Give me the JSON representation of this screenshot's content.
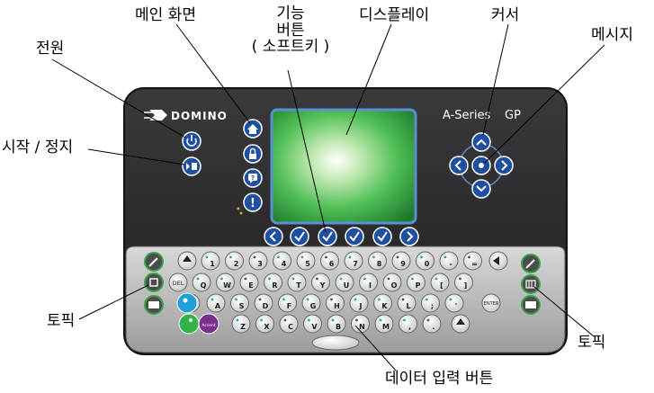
{
  "callouts": {
    "power": "전원",
    "main_screen": "메인 화면",
    "function_buttons_line1": "기능",
    "function_buttons_line2": "버튼",
    "function_buttons_line3": "( 소프트키 )",
    "display": "디스플레이",
    "cursor": "커서",
    "message": "메시지",
    "start_stop": "시작 / 정지",
    "topic_left": "토픽",
    "topic_right": "토픽",
    "data_entry_buttons": "데이터 입력 버튼"
  },
  "panel": {
    "brand": "DOMINO",
    "model": "A-Series",
    "model_suffix": "GP"
  },
  "keys": {
    "row1": [
      "1",
      "2",
      "3",
      "4",
      "5",
      "6",
      "7",
      "8",
      "9",
      "0",
      "-",
      "="
    ],
    "row2": [
      "Q",
      "W",
      "E",
      "R",
      "T",
      "Y",
      "U",
      "I",
      "O",
      "P",
      "[",
      "]"
    ],
    "row3": [
      "A",
      "S",
      "D",
      "F",
      "G",
      "H",
      "J",
      "K",
      "L",
      ";",
      "'"
    ],
    "row4": [
      "Z",
      "X",
      "C",
      "V",
      "B",
      "N",
      "M",
      ",",
      "."
    ],
    "del": "DEL",
    "enter": "ENTER",
    "alt": "Accent"
  },
  "colors": {
    "panel": "#2c2c2e",
    "keyboard": "#c9c9c9",
    "key_blue": "#1e4fa0",
    "display_green": "#3aa14a",
    "green_key": "#34b24a",
    "purple_key": "#7a2f8f",
    "cyan_key": "#1ea0d6"
  }
}
